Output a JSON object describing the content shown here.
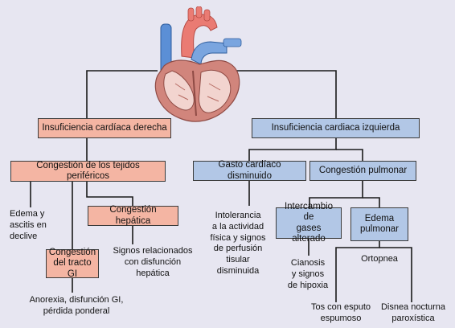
{
  "colors": {
    "background": "#e7e6f1",
    "right_heart_boxes": "#f4b5a3",
    "left_heart_boxes": "#b2c7e6",
    "lines": "#1a1a1a"
  },
  "illustration": {
    "icon": "heart-cross-section-icon"
  },
  "right": {
    "main": "Insuficiencia cardíaca derecha",
    "peripheral": "Congestión de los tejidos periféricos",
    "edema": "Edema y\nascitis en\ndeclive",
    "hepatic": "Congestión hepática",
    "hepatic_signs": "Signos relacionados\ncon disfunción\nhepática",
    "gi": "Congestión\ndel tracto GI",
    "gi_signs": "Anorexia, disfunción GI,\npérdida ponderal"
  },
  "left": {
    "main": "Insuficiencia cardiaca izquierda",
    "output": "Gasto cardíaco disminuido",
    "output_signs": "Intolerancia\na la actividad\nfísica y signos\nde perfusión\ntisular\ndisminuida",
    "pulmonary": "Congestión pulmonar",
    "gas": "Intercambio de\ngases alterado",
    "gas_signs": "Cianosis\ny signos\nde hipoxia",
    "edema": "Edema\npulmonar",
    "orthopnea": "Ortopnea",
    "sputum": "Tos con esputo\nespumoso",
    "dyspnea": "Disnea nocturna\nparoxística"
  }
}
